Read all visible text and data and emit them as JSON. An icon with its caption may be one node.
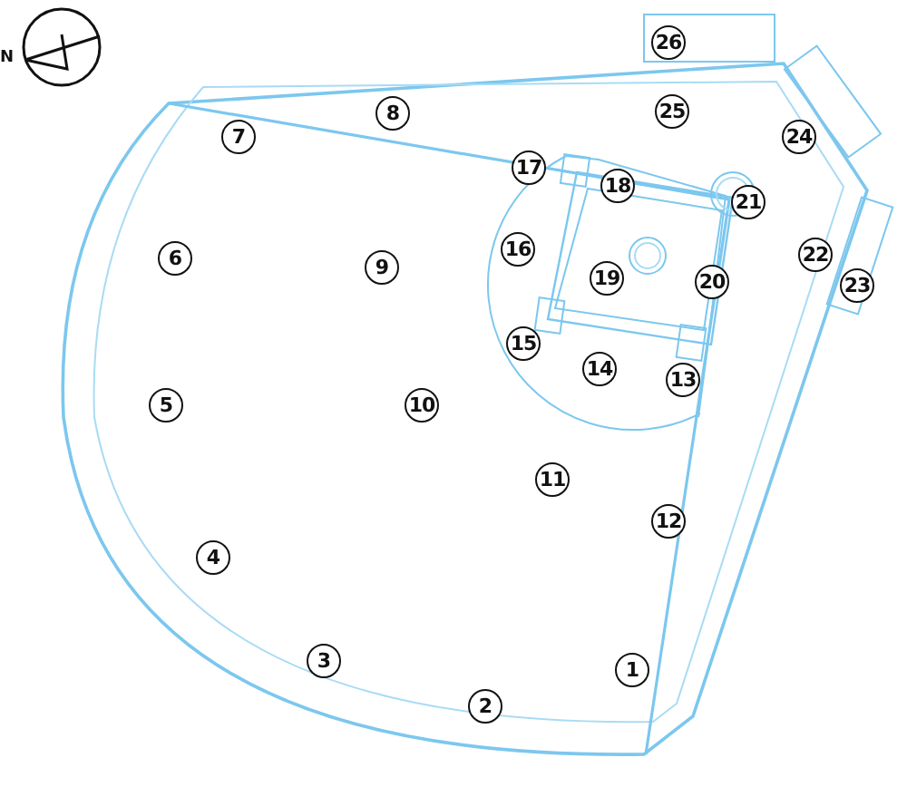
{
  "diagram": {
    "labels": [
      "N",
      "1",
      "2",
      "3",
      "4",
      "5",
      "6",
      "7",
      "8",
      "9",
      "10",
      "11",
      "12",
      "13",
      "14",
      "15",
      "16",
      "17",
      "18",
      "19",
      "20",
      "21",
      "22",
      "23",
      "24",
      "25",
      "26"
    ]
  }
}
